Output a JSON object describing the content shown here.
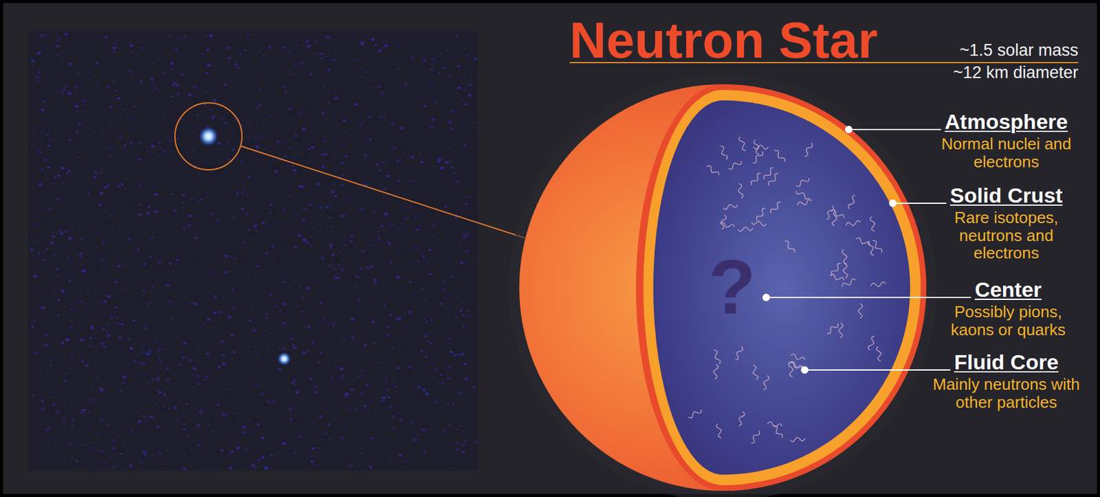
{
  "diagram": {
    "title": "Neutron Star",
    "labels": [
      "~1.5 solar mass",
      "~12 km diameter",
      "Atmosphere",
      "Normal nuclei and electrons",
      "Solid Crust",
      "Rare isotopes, neutrons and electrons",
      "Center",
      "Possibly pions, kaons or quarks",
      "Fluid Core",
      "Mainly neutrons with other particles",
      "?"
    ]
  }
}
